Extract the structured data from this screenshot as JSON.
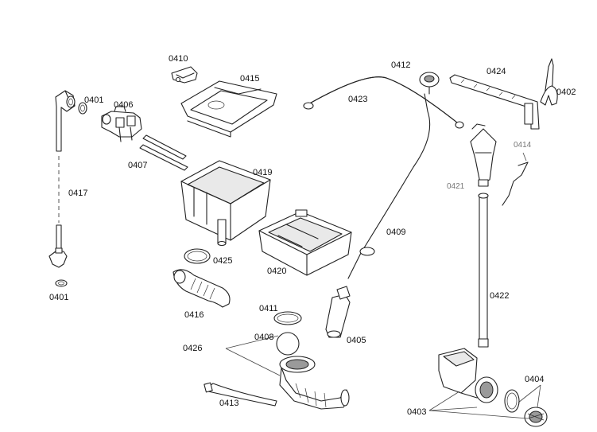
{
  "labels": {
    "p0401a": "0401",
    "p0401b": "0401",
    "p0402": "0402",
    "p0403": "0403",
    "p0404": "0404",
    "p0405": "0405",
    "p0406": "0406",
    "p0407": "0407",
    "p0408": "0408",
    "p0409": "0409",
    "p0410": "0410",
    "p0411": "0411",
    "p0412": "0412",
    "p0413": "0413",
    "p0414": "0414",
    "p0415": "0415",
    "p0416": "0416",
    "p0417": "0417",
    "p0419": "0419",
    "p0420": "0420",
    "p0421": "0421",
    "p0422": "0422",
    "p0423": "0423",
    "p0424": "0424",
    "p0425": "0425",
    "p0426": "0426"
  }
}
